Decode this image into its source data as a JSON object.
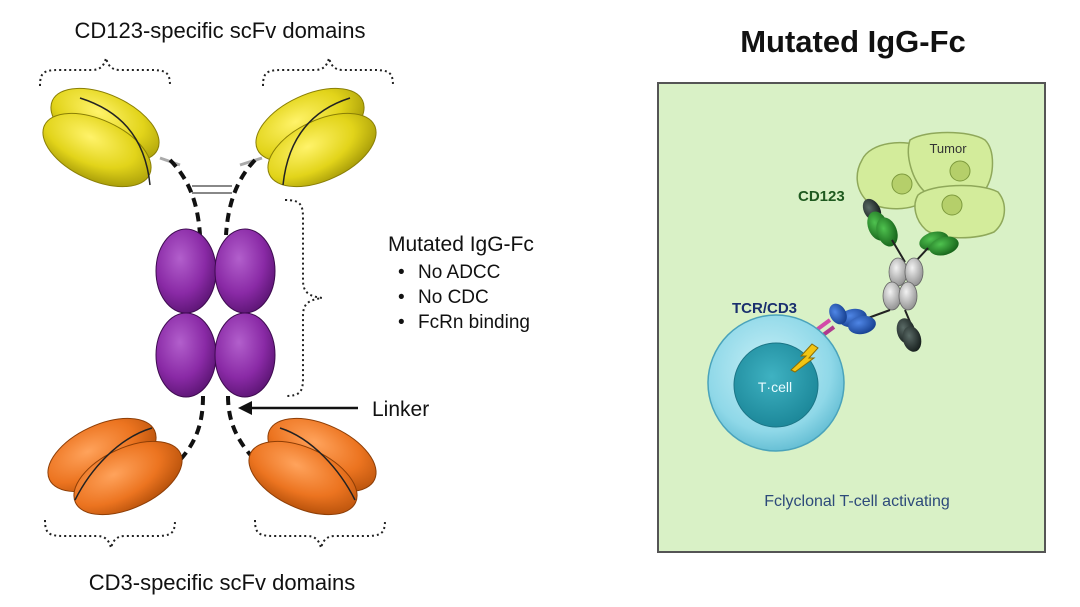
{
  "left": {
    "top_label": "CD123-specific scFv domains",
    "bottom_label": "CD3-specific scFv domains",
    "fc_title": "Mutated IgG-Fc",
    "fc_bullets": [
      "No ADCC",
      "No CDC",
      "FcRn binding"
    ],
    "linker_label": "Linker"
  },
  "right": {
    "title": "Mutated IgG-Fc",
    "cd123_label": "CD123",
    "tumor_label": "Tumor",
    "tcr_label": "TCR/CD3",
    "tcell_label": "T·cell",
    "caption": "Fclyclonal T-cell activating"
  },
  "colors": {
    "cd123_domain": "#e6d619",
    "cd3_domain": "#ee7a22",
    "fc_domain": "#8a2aa6",
    "panel_bg": "#d9f1c6",
    "tumor_cell": "#d3ec9b",
    "tcell": "#8fd8e8",
    "green_domain": "#1c7a1f",
    "blue_domain": "#1e4fb0"
  }
}
